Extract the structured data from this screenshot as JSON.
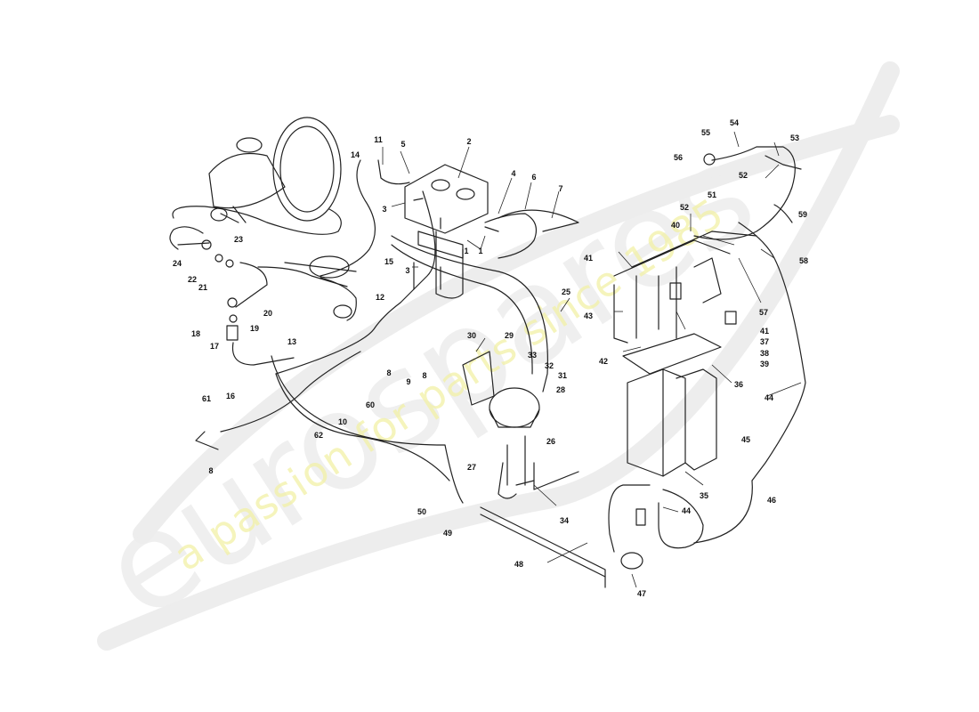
{
  "watermark": {
    "logo_text": "eurospares",
    "tagline": "a passion for parts since 1985",
    "tagline_color": "#f2f1a6",
    "logo_color": "#eeeeee"
  },
  "diagram": {
    "line_color": "#222222",
    "labels": [
      "1",
      "1",
      "2",
      "3",
      "3",
      "4",
      "5",
      "6",
      "7",
      "8",
      "8",
      "8",
      "9",
      "10",
      "11",
      "12",
      "13",
      "14",
      "15",
      "16",
      "17",
      "18",
      "19",
      "20",
      "21",
      "22",
      "23",
      "24",
      "25",
      "26",
      "27",
      "28",
      "29",
      "30",
      "31",
      "32",
      "33",
      "34",
      "35",
      "36",
      "37",
      "38",
      "39",
      "40",
      "41",
      "41",
      "42",
      "43",
      "44",
      "44",
      "45",
      "46",
      "47",
      "48",
      "49",
      "50",
      "51",
      "52",
      "52",
      "53",
      "54",
      "55",
      "56",
      "57",
      "58",
      "59",
      "60",
      "61",
      "62"
    ]
  }
}
